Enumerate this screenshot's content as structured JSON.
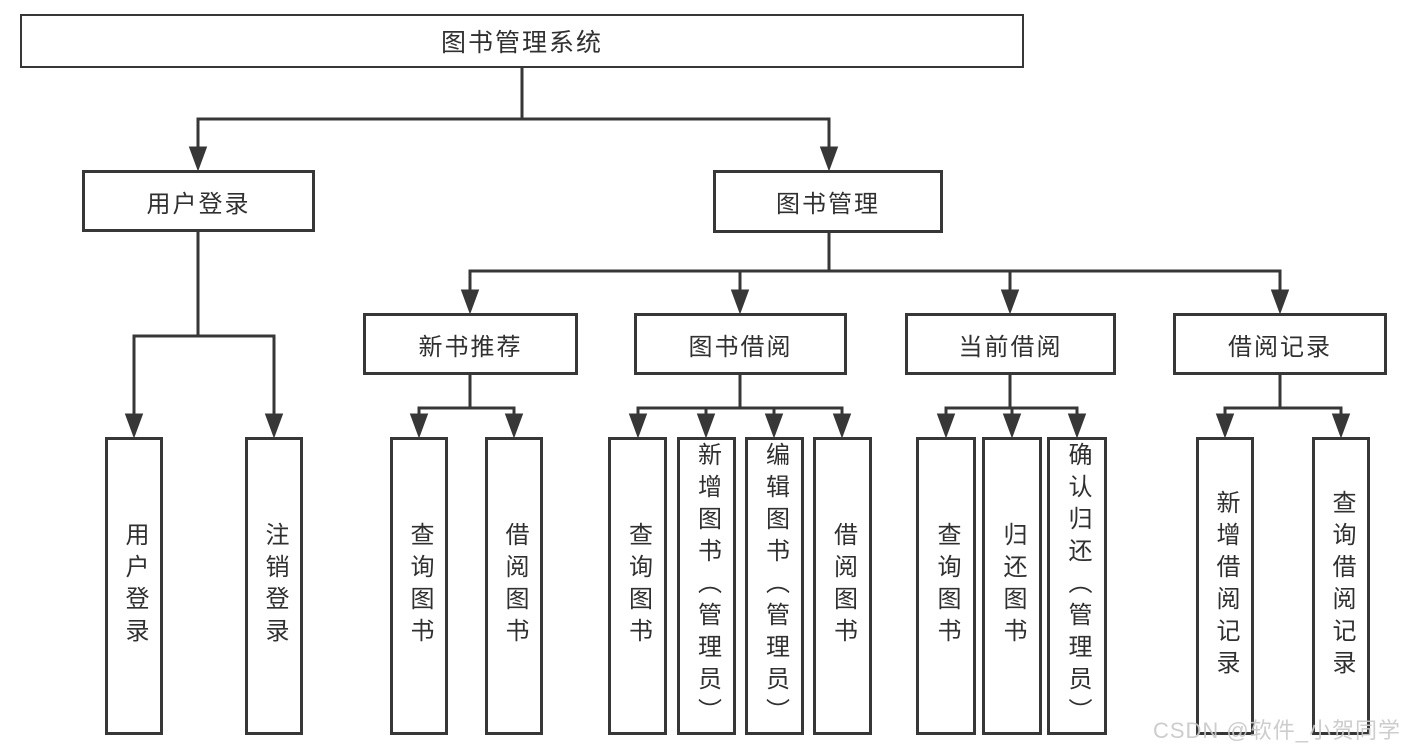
{
  "diagram": {
    "root": {
      "label": "图书管理系统",
      "children": [
        {
          "label": "用户登录",
          "children": [
            {
              "label": "用户登录"
            },
            {
              "label": "注销登录"
            }
          ]
        },
        {
          "label": "图书管理",
          "children": [
            {
              "label": "新书推荐",
              "children": [
                {
                  "label": "查询图书"
                },
                {
                  "label": "借阅图书"
                }
              ]
            },
            {
              "label": "图书借阅",
              "children": [
                {
                  "label": "查询图书"
                },
                {
                  "label": "新增图书（管理员）"
                },
                {
                  "label": "编辑图书（管理员）"
                },
                {
                  "label": "借阅图书"
                }
              ]
            },
            {
              "label": "当前借阅",
              "children": [
                {
                  "label": "查询图书"
                },
                {
                  "label": "归还图书"
                },
                {
                  "label": "确认归还（管理员）"
                }
              ]
            },
            {
              "label": "借阅记录",
              "children": [
                {
                  "label": "新增借阅记录"
                },
                {
                  "label": "查询借阅记录"
                }
              ]
            }
          ]
        }
      ]
    }
  },
  "watermark": {
    "text": "CSDN @软件_小贺同学"
  },
  "colors": {
    "line": "#373737",
    "box_border": "#373737",
    "text": "#303030",
    "background": "#ffffff",
    "watermark": "#c9c9c9"
  }
}
